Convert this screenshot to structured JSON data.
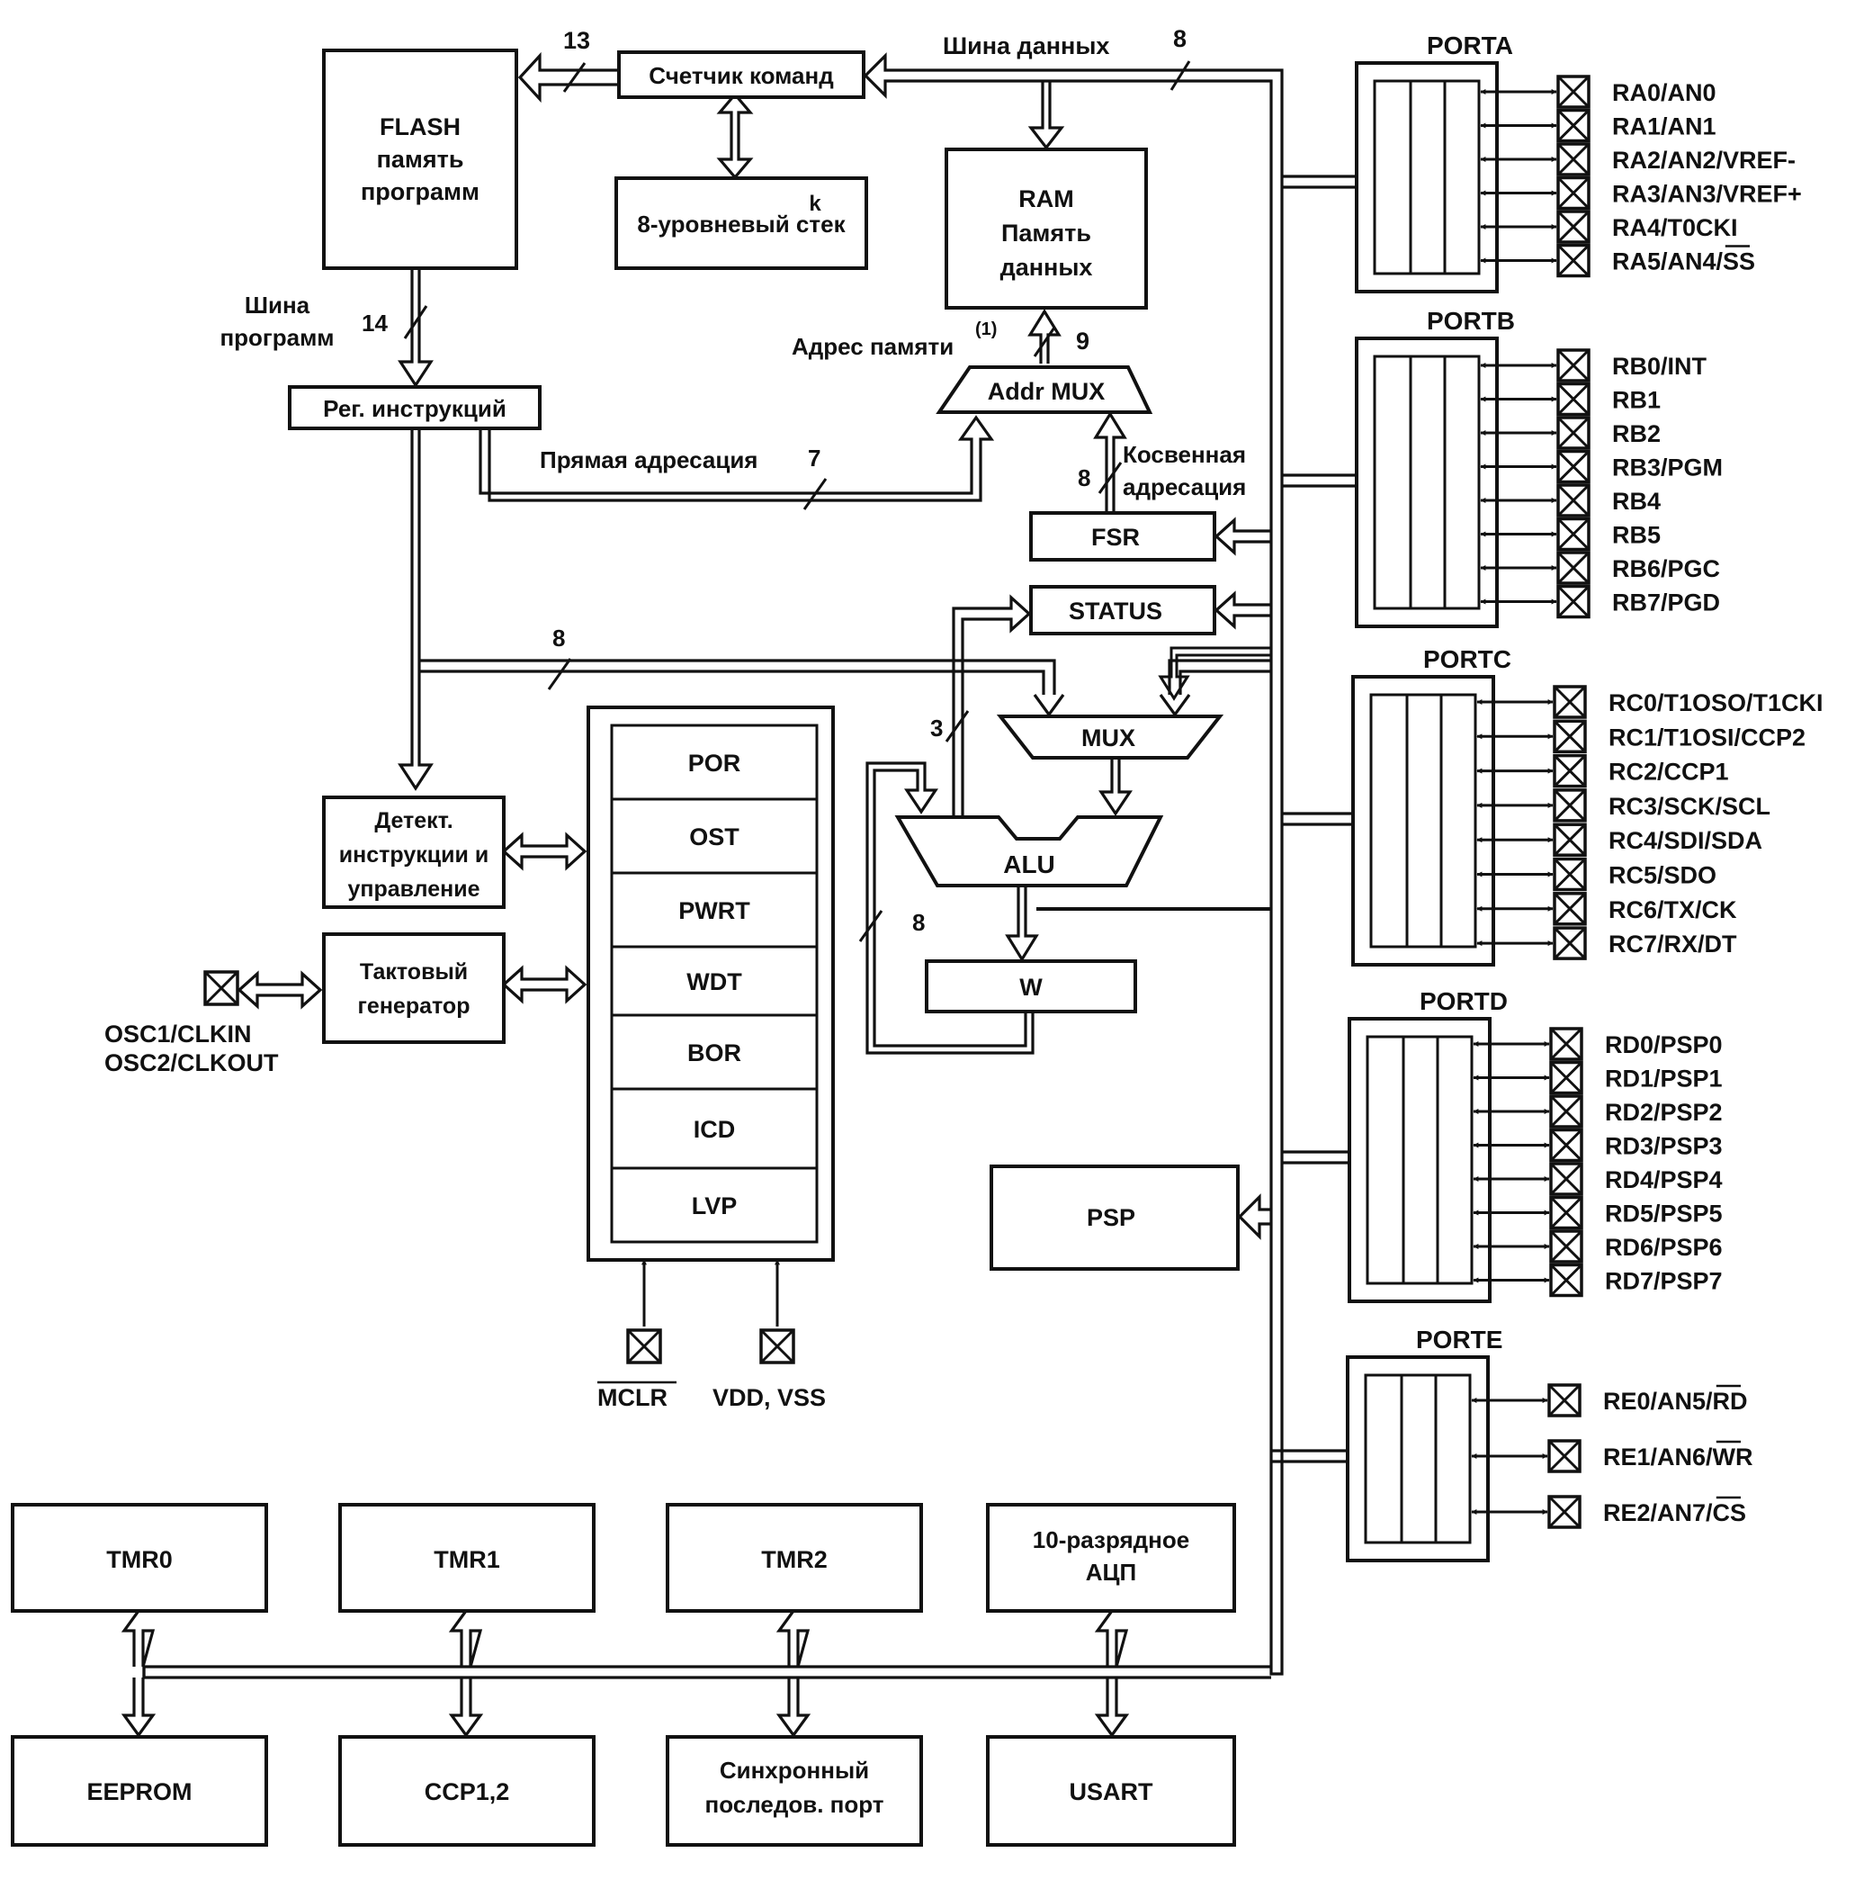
{
  "blocks": {
    "flash": [
      "FLASH",
      "память",
      "программ"
    ],
    "pc": "Счетчик команд",
    "stack": "8-уровневый стек",
    "stack_mark": "k",
    "ram": [
      "RAM",
      "Память",
      "данных"
    ],
    "ir": "Рег. инструкций",
    "addr_mux": "Addr MUX",
    "fsr": "FSR",
    "status": "STATUS",
    "mux": "MUX",
    "alu": "ALU",
    "w": "W",
    "decoder": [
      "Детект.",
      "инструкции и",
      "управление"
    ],
    "clock": [
      "Тактовый",
      "генератор"
    ],
    "psp": "PSP",
    "reset_blocks": [
      "POR",
      "OST",
      "PWRT",
      "WDT",
      "BOR",
      "ICD",
      "LVP"
    ],
    "peripherals_top": [
      "TMR0",
      "TMR1",
      "TMR2",
      "10-разрядное АЦП"
    ],
    "peripherals_bottom": [
      "EEPROM",
      "CCP1,2",
      "Синхронный последов. порт",
      "USART"
    ]
  },
  "labels": {
    "data_bus": "Шина данных",
    "data_bus_width": "8",
    "pc_width": "13",
    "program_bus": [
      "Шина",
      "программ"
    ],
    "program_bus_width": "14",
    "ram_addr": "Адрес памяти",
    "ram_addr_note": "(1)",
    "ram_addr_width": "9",
    "direct_addr": "Прямая адресация",
    "direct_addr_width": "7",
    "indirect_addr": [
      "Косвенная",
      "адресация"
    ],
    "indirect_addr_width": "8",
    "ir_bus_width": "8",
    "status_width": "3",
    "w_width": "8",
    "osc": [
      "OSC1/CLKIN",
      "OSC2/CLKOUT"
    ],
    "mclr": "MCLR",
    "vdd": "VDD, VSS"
  },
  "ports": [
    {
      "name": "PORTA",
      "pins": [
        "RA0/AN0",
        "RA1/AN1",
        "RA2/AN2/VREF-",
        "RA3/AN3/VREF+",
        "RA4/T0CKI",
        "RA5/AN4/SS"
      ]
    },
    {
      "name": "PORTB",
      "pins": [
        "RB0/INT",
        "RB1",
        "RB2",
        "RB3/PGM",
        "RB4",
        "RB5",
        "RB6/PGC",
        "RB7/PGD"
      ]
    },
    {
      "name": "PORTC",
      "pins": [
        "RC0/T1OSO/T1CKI",
        "RC1/T1OSI/CCP2",
        "RC2/CCP1",
        "RC3/SCK/SCL",
        "RC4/SDI/SDA",
        "RC5/SDO",
        "RC6/TX/CK",
        "RC7/RX/DT"
      ]
    },
    {
      "name": "PORTD",
      "pins": [
        "RD0/PSP0",
        "RD1/PSP1",
        "RD2/PSP2",
        "RD3/PSP3",
        "RD4/PSP4",
        "RD5/PSP5",
        "RD6/PSP6",
        "RD7/PSP7"
      ]
    },
    {
      "name": "PORTE",
      "pins": [
        "RE0/AN5/RD",
        "RE1/AN6/WR",
        "RE2/AN7/CS"
      ]
    }
  ]
}
